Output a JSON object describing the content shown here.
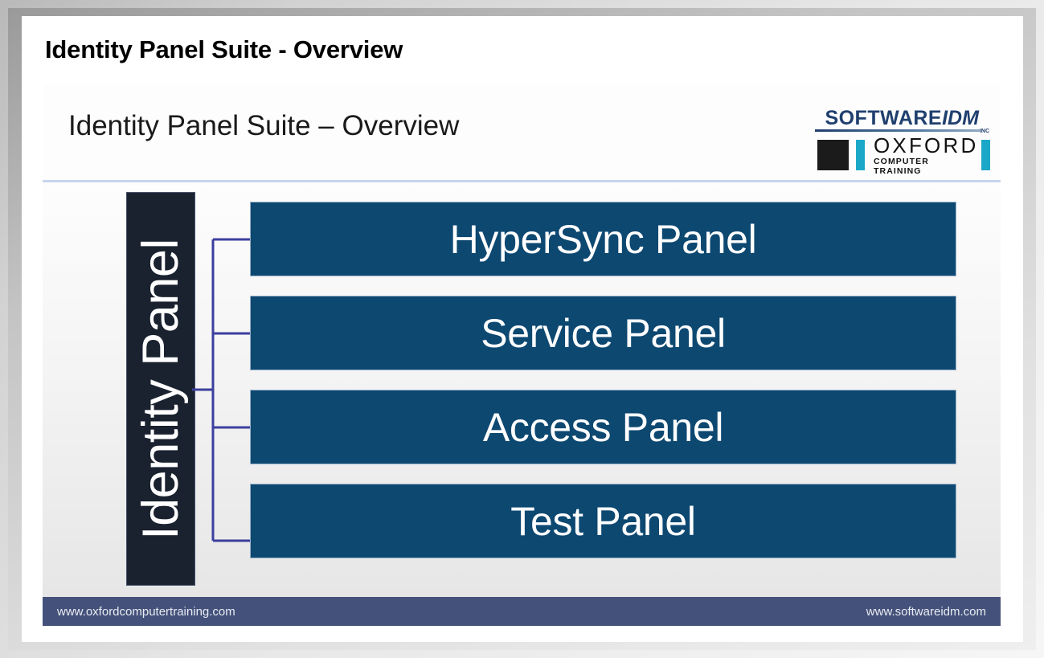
{
  "window": {
    "page_title": "Identity Panel Suite - Overview"
  },
  "slide": {
    "title": "Identity Panel Suite – Overview",
    "logo": {
      "software_word": "SOFTWARE",
      "idm_word": "IDM",
      "inc_word": "INC",
      "oxford_word": "OXFORD",
      "oxford_sub": "COMPUTER TRAINING",
      "square_color": "#1b1b1b",
      "bar_color": "#1ba8c8",
      "text_color": "#1f3f6e"
    },
    "diagram": {
      "root_label": "Identity Panel",
      "root_bg": "#1a2230",
      "connector_color": "#3c3f9e",
      "panel_bg": "#0d4871",
      "panel_border": "#9ab2c8",
      "panels": [
        {
          "label": "HyperSync Panel"
        },
        {
          "label": "Service Panel"
        },
        {
          "label": "Access Panel"
        },
        {
          "label": "Test Panel"
        }
      ]
    },
    "footer": {
      "left": "www.oxfordcomputertraining.com",
      "right": "www.softwareidm.com",
      "bg": "#44517a"
    }
  },
  "chart_data": {
    "type": "diagram",
    "title": "Identity Panel Suite – Overview",
    "root": "Identity Panel",
    "children": [
      "HyperSync Panel",
      "Service Panel",
      "Access Panel",
      "Test Panel"
    ],
    "layout": "vertical-root-with-horizontal-bracket-to-four-stacked-nodes"
  }
}
